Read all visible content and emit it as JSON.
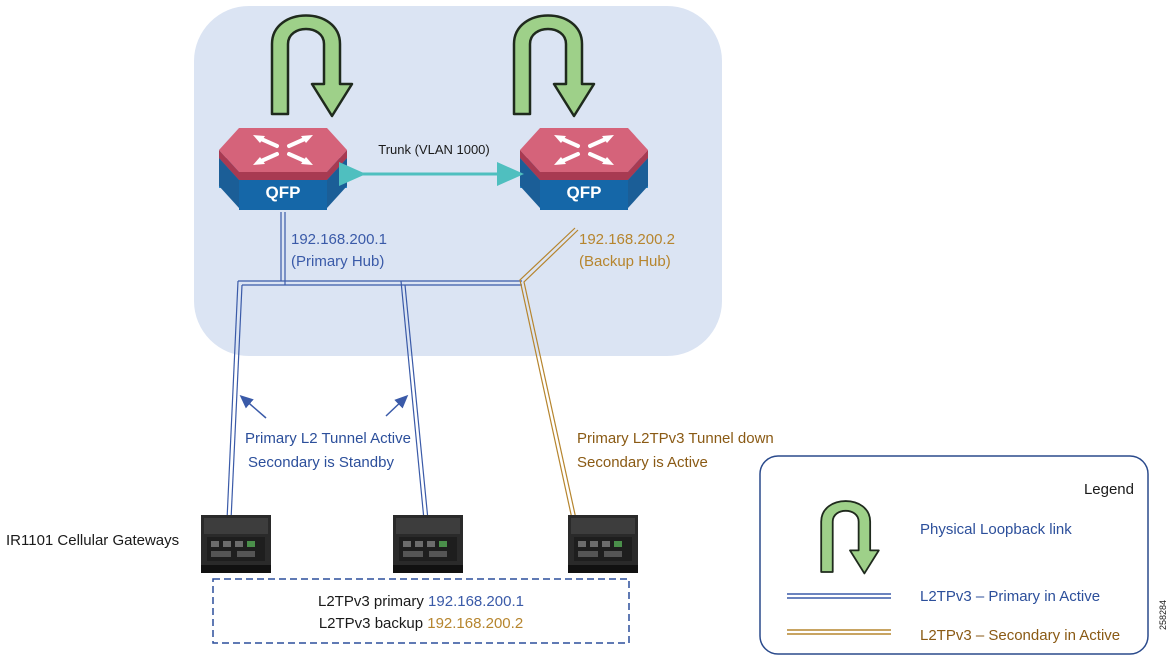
{
  "colors": {
    "cloud": "#dbe4f3",
    "blue": "#3a5aa8",
    "gold": "#b6852e",
    "teal": "#4fbfbf",
    "arrow_green": "#9ed089",
    "arrow_outline": "#1f2a1d",
    "text_dark": "#1a1a1a",
    "box_border": "#2c4f9b",
    "legend_border": "#2a4a8c"
  },
  "trunk": {
    "label": "Trunk (VLAN 1000)"
  },
  "hubs": [
    {
      "chip_label": "QFP",
      "ip": "192.168.200.1",
      "role": "(Primary Hub)",
      "color": "blue"
    },
    {
      "chip_label": "QFP",
      "ip": "192.168.200.2",
      "role": "(Backup Hub)",
      "color": "gold"
    }
  ],
  "gateways": {
    "label": "IR1101 Cellular Gateways",
    "count": 3
  },
  "annotations": {
    "left_line1": "Primary L2 Tunnel Active",
    "left_line2": "Secondary is Standby",
    "right_line1": "Primary L2TPv3 Tunnel down",
    "right_line2": "Secondary is Active"
  },
  "config_box": {
    "row1_label": "L2TPv3 primary",
    "row1_ip": "192.168.200.1",
    "row2_label": "L2TPv3 backup",
    "row2_ip": "192.168.200.2"
  },
  "legend": {
    "title": "Legend",
    "items": [
      {
        "icon": "loopback-arrow-icon",
        "label": "Physical Loopback link"
      },
      {
        "icon": "blue-double-line",
        "label": "L2TPv3 – Primary in Active"
      },
      {
        "icon": "gold-double-line",
        "label": "L2TPv3 – Secondary in Active"
      }
    ]
  },
  "figure_id": "258284"
}
